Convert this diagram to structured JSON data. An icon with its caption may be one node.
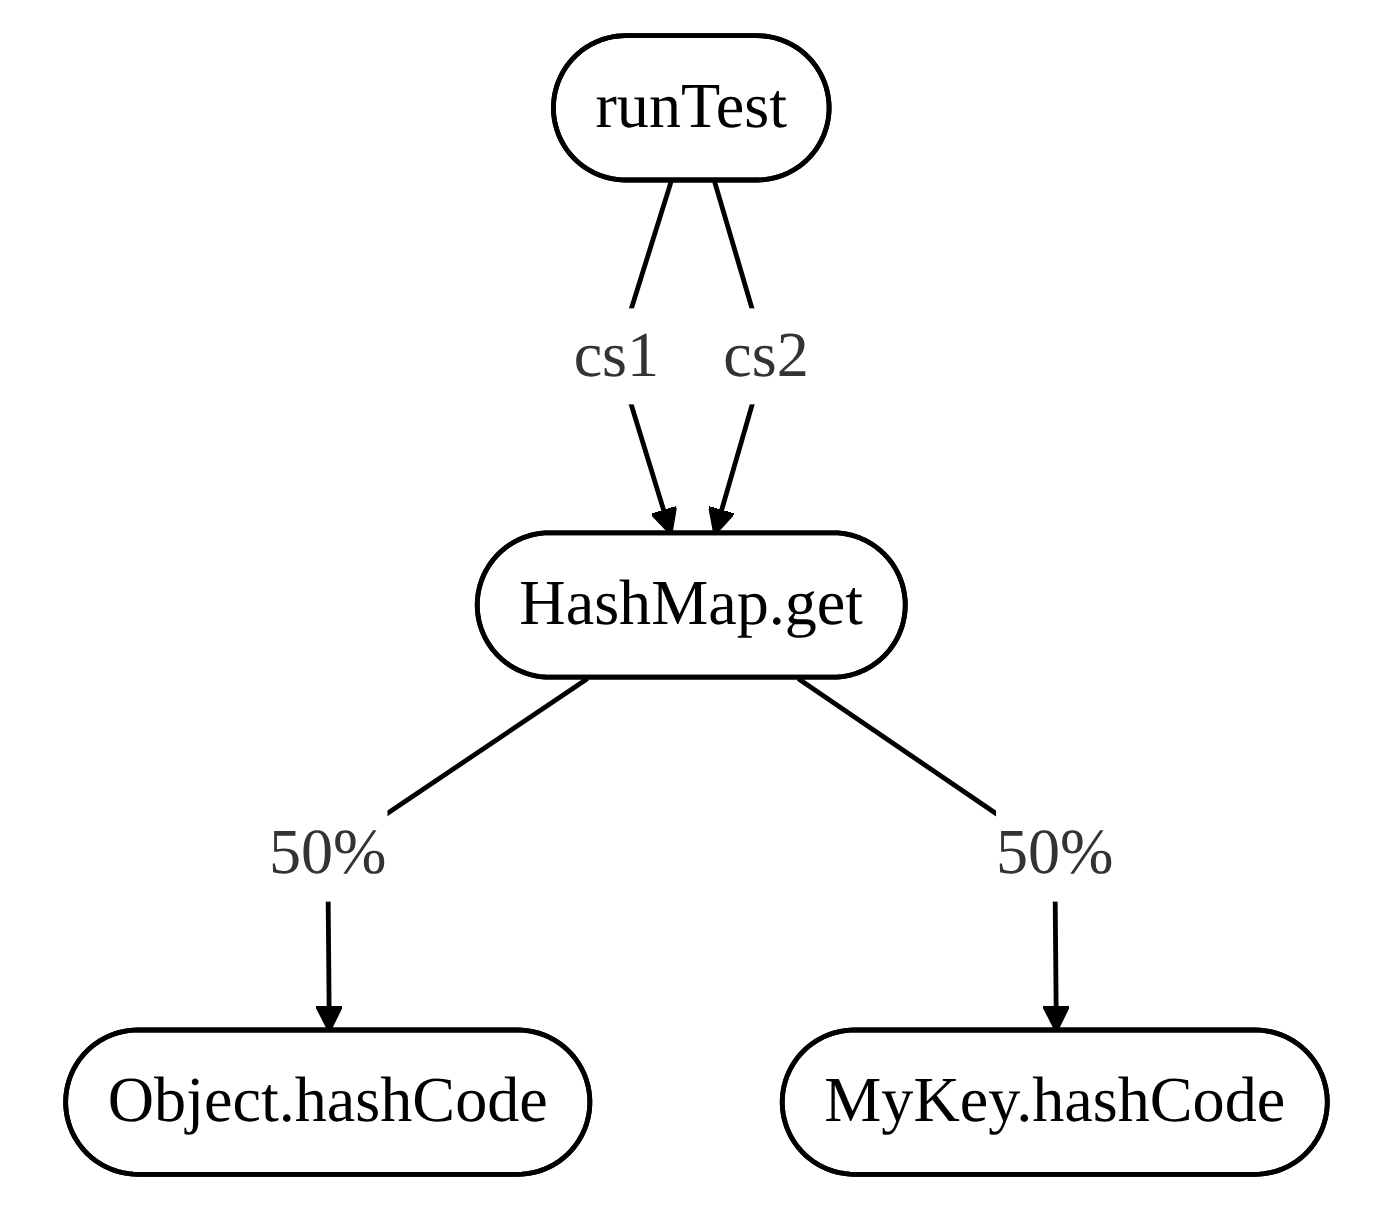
{
  "diagram": {
    "nodes": [
      {
        "text": [
          "runTest"
        ]
      },
      {
        "text": [
          "HashMap.get"
        ]
      },
      {
        "text": [
          "Object.hashCode"
        ]
      },
      {
        "text": [
          "MyKey.hashCode"
        ]
      }
    ],
    "edges": [
      {
        "from": 0,
        "to": 1,
        "arrow": "to",
        "label": "cs1"
      },
      {
        "from": 0,
        "to": 1,
        "arrow": "to",
        "label": "cs2"
      },
      {
        "from": 1,
        "to": 2,
        "arrow": "to",
        "label": "50%"
      },
      {
        "from": 1,
        "to": 3,
        "arrow": "to",
        "label": "50%"
      }
    ]
  }
}
